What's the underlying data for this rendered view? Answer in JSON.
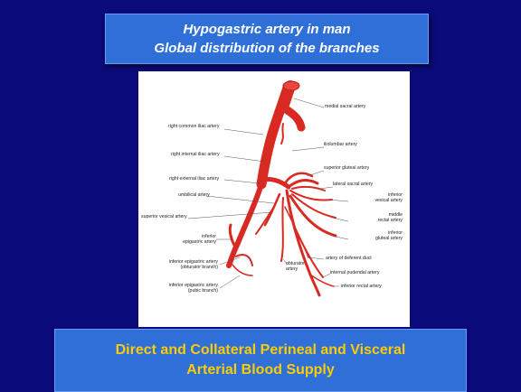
{
  "title": {
    "line1": "Hypogastric artery in man",
    "line2": "Global distribution of the branches"
  },
  "labels": {
    "medial_sacral": "medial sacral artery",
    "right_common_iliac": "right common iliac artery",
    "iliolumbar": "iliolumbar artery",
    "right_internal_iliac": "right internal iliac artery",
    "superior_gluteal": "superior gluteal artery",
    "right_external_iliac": "right external iliac artery",
    "lateral_sacral": "lateral sacral artery",
    "umbilical": "umbilical artery",
    "inferior_vesical_1": "inferior",
    "inferior_vesical_2": "vesical artery",
    "superior_vesical": "superior vesical artery",
    "middle_rectal_1": "middle",
    "middle_rectal_2": "rectal artery",
    "inferior_epigastric_1": "inferior",
    "inferior_epigastric_2": "epigastric artery",
    "inferior_gluteal_1": "inferior",
    "inferior_gluteal_2": "gluteal artery",
    "obturator_1": "obturator",
    "obturator_2": "artery",
    "deferent_duct": "artery of deferent duct",
    "epi_obturator_1": "inferior epigastric artery",
    "epi_obturator_2": "(obturator branch)",
    "internal_pudendal": "internal pudendal artery",
    "epi_pubic_1": "inferior epigastric artery",
    "epi_pubic_2": "(pubic branch)",
    "inferior_rectal": "inferior rectal artery"
  },
  "footer": {
    "line1": "Direct and Collateral Perineal and Visceral",
    "line2": "Arterial Blood Supply"
  },
  "colors": {
    "background": "#0a0a7a",
    "box": "#2e6fd8",
    "title_text": "#ffffff",
    "footer_text": "#ffcc00",
    "artery": "#d82a22"
  }
}
